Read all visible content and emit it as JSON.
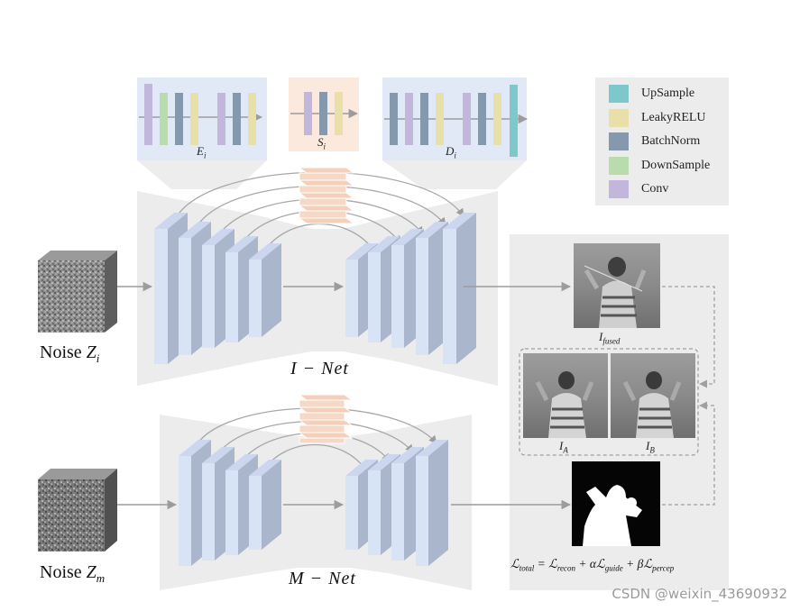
{
  "legend": {
    "items": [
      {
        "label": "UpSample",
        "color": "#7ec8cc"
      },
      {
        "label": "LeakyRELU",
        "color": "#e9dfa9"
      },
      {
        "label": "BatchNorm",
        "color": "#8498ae"
      },
      {
        "label": "DownSample",
        "color": "#b8dcab"
      },
      {
        "label": "Conv",
        "color": "#c2b6dc"
      }
    ]
  },
  "modules": {
    "encoder": {
      "symbol": "E",
      "subscript": "i"
    },
    "skip": {
      "symbol": "S",
      "subscript": "i"
    },
    "decoder": {
      "symbol": "D",
      "subscript": "i"
    }
  },
  "inputs": {
    "noise_i": {
      "text": "Noise ",
      "symbol": "Z",
      "subscript": "i"
    },
    "noise_m": {
      "text": "Noise ",
      "symbol": "Z",
      "subscript": "m"
    }
  },
  "networks": {
    "i_net": "I − Net",
    "m_net": "M − Net"
  },
  "images": {
    "fused": {
      "symbol": "I",
      "subscript": "fused"
    },
    "a": {
      "symbol": "I",
      "subscript": "A"
    },
    "b": {
      "symbol": "I",
      "subscript": "B"
    }
  },
  "loss": {
    "total": "total",
    "recon": "recon",
    "guide": "guide",
    "percep": "percep",
    "alpha": "α",
    "beta": "β"
  },
  "watermark": "CSDN @weixin_43690932"
}
